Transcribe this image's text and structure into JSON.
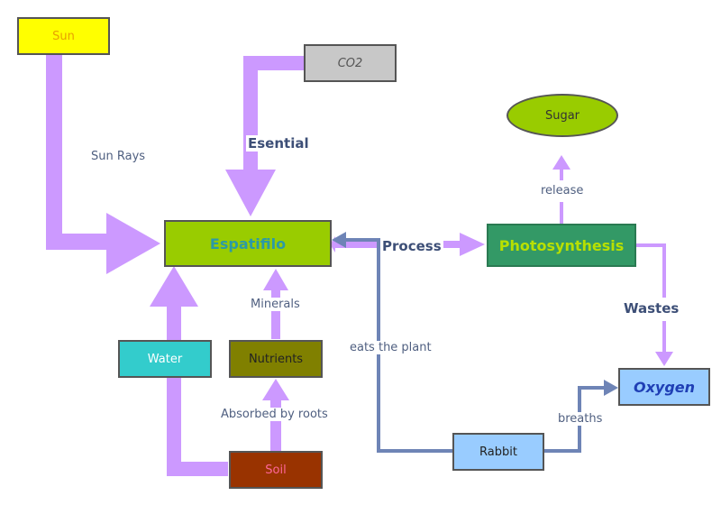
{
  "nodes": {
    "sun": "Sun",
    "co2": "CO2",
    "espatifilo": "Espatifilo",
    "photosynthesis": "Photosynthesis",
    "sugar": "Sugar",
    "oxygen": "Oxygen",
    "water": "Water",
    "nutrients": "Nutrients",
    "soil": "Soil",
    "rabbit": "Rabbit"
  },
  "links": {
    "sun_rays": "Sun Rays",
    "esential": "Esential",
    "process": "Process",
    "release": "release",
    "wastes": "Wastes",
    "minerals": "Minerals",
    "absorbed": "Absorbed by roots",
    "eats": "eats the plant",
    "breaths": "breaths"
  },
  "colors": {
    "purple_arrow": "#cc99ff",
    "blue_arrow": "#6e84b6",
    "sun": "#ffff00",
    "co2": "#c8c8c8",
    "espatifilo": "#99cc00",
    "photosynthesis": "#339966",
    "sugar": "#99cc00",
    "oxygen": "#99ccff",
    "water": "#33cccc",
    "nutrients": "#808000",
    "soil": "#993300",
    "rabbit": "#99ccff"
  }
}
